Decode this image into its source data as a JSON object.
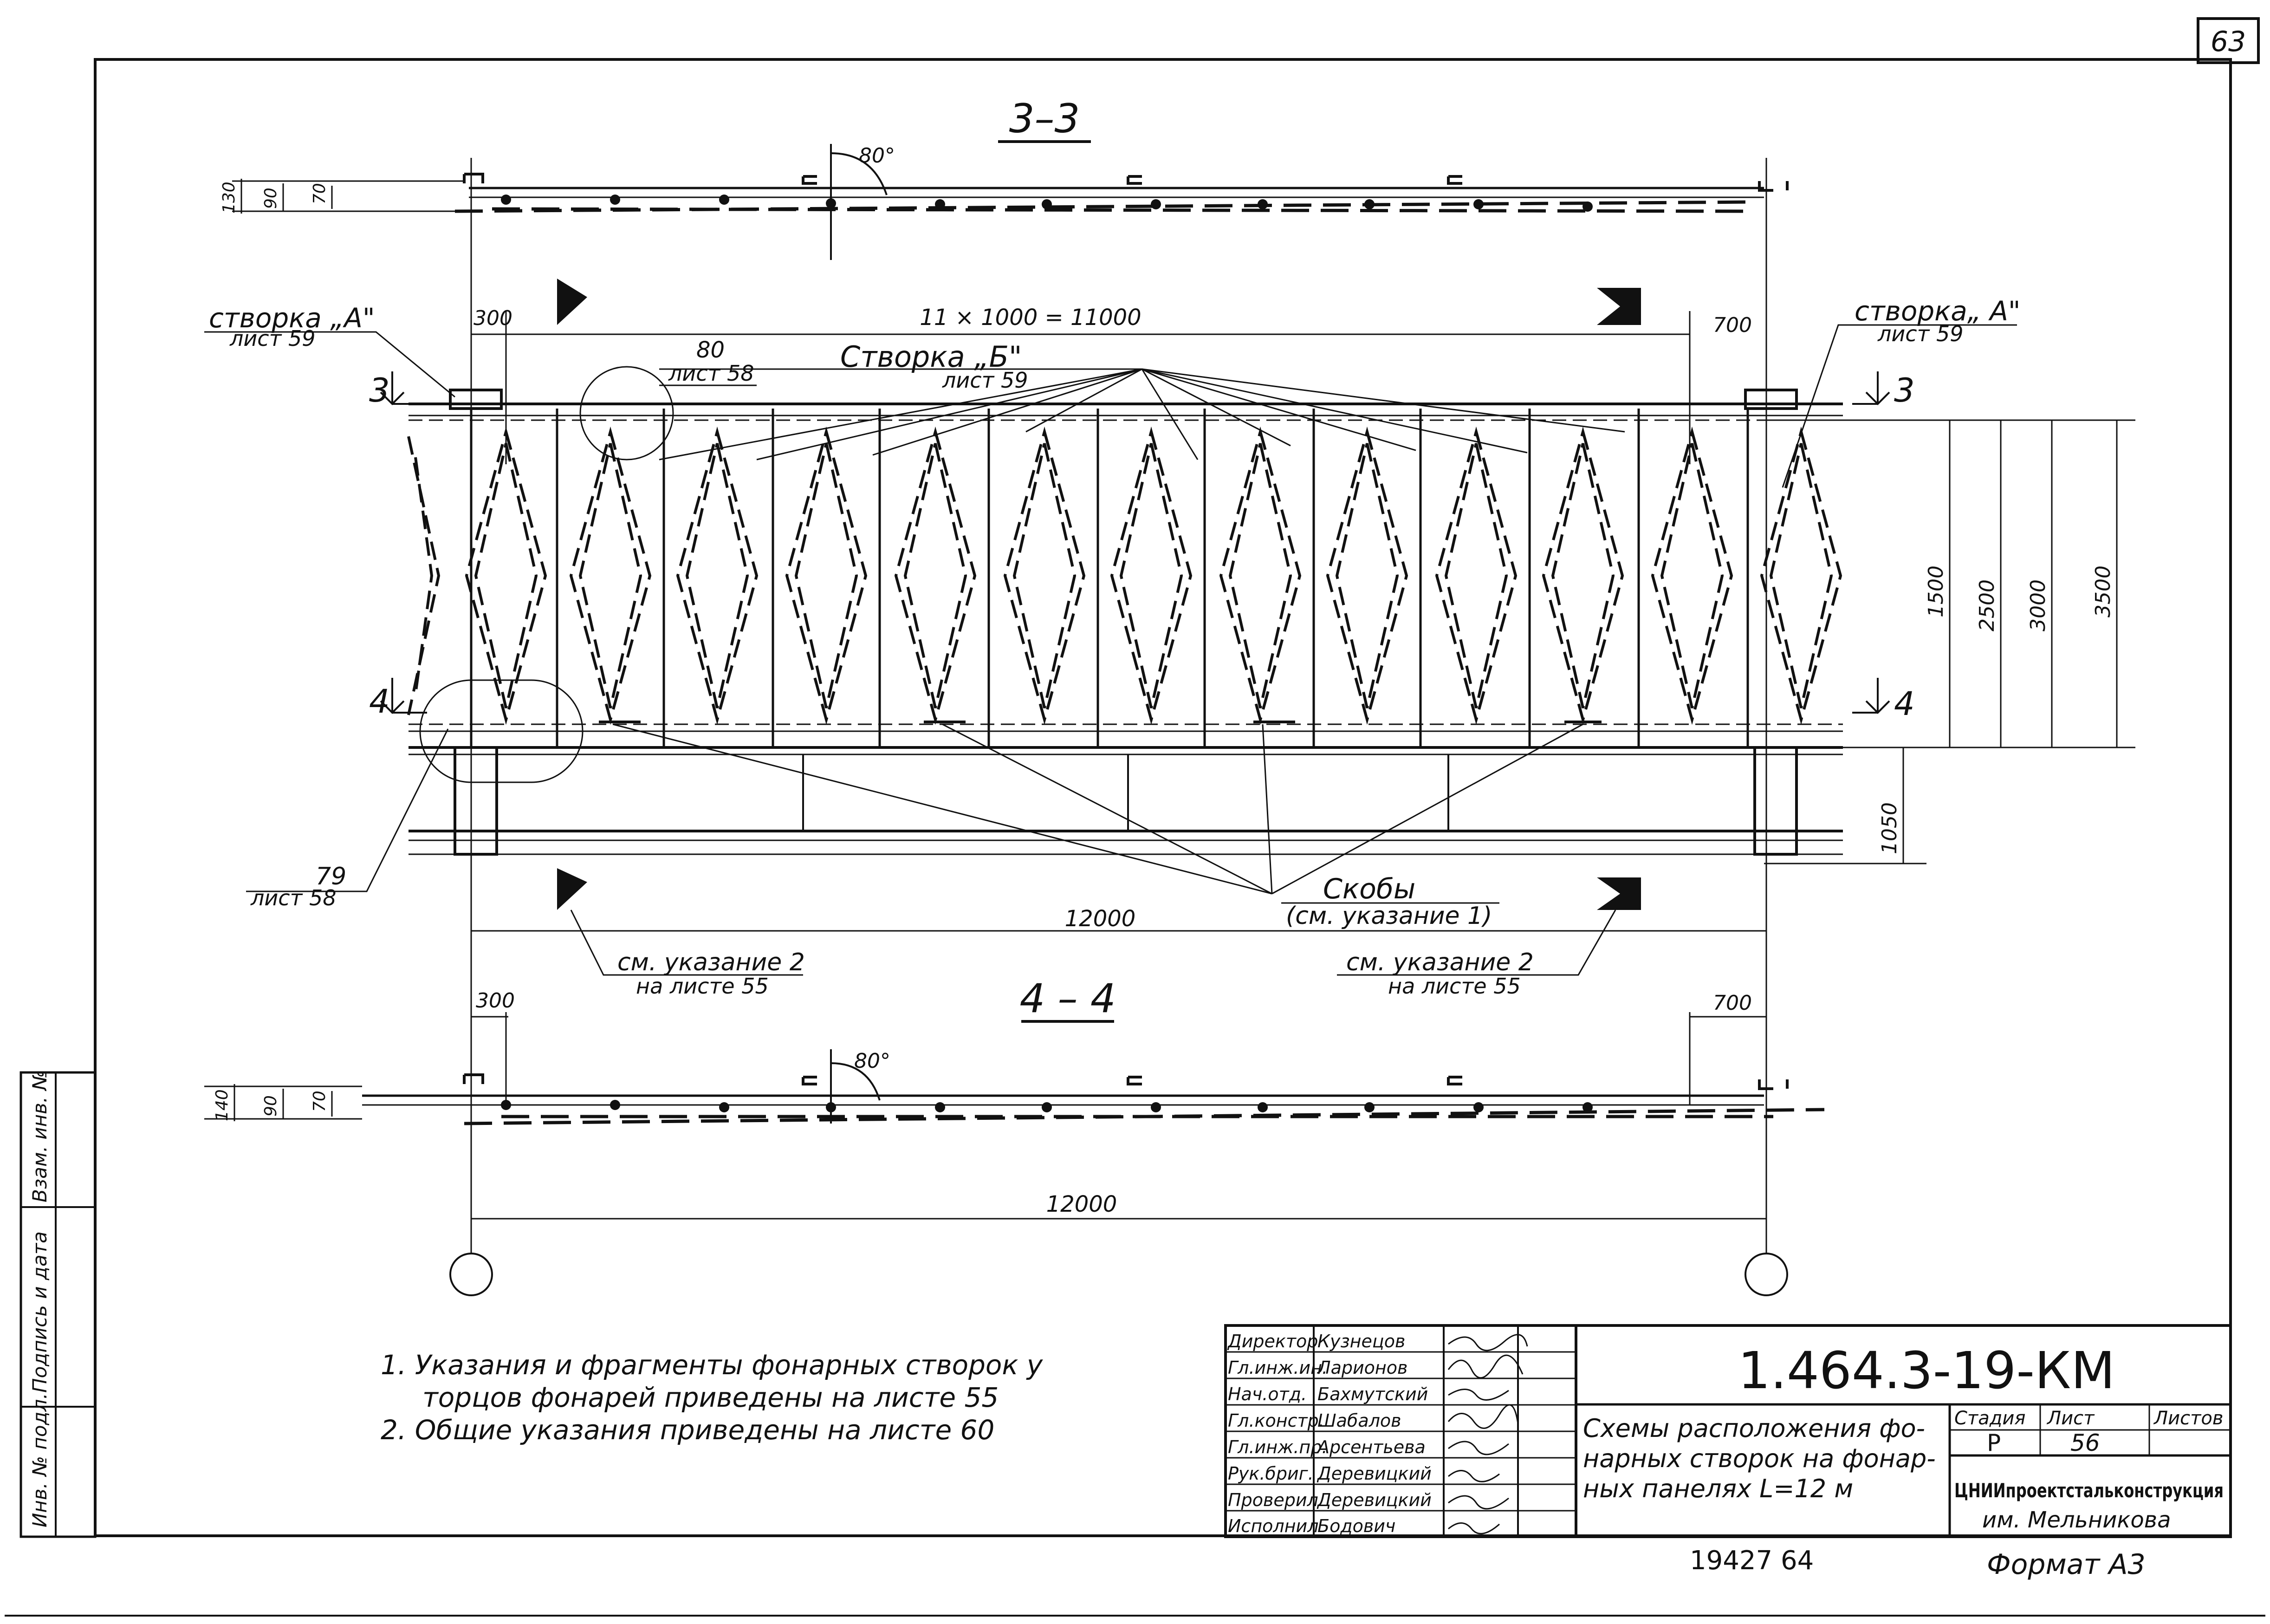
{
  "page_number": "63",
  "section_3_3": "3–3",
  "section_4_4": "4 – 4",
  "angle_top": "80°",
  "angle_bottom": "80°",
  "dims_top": [
    "130",
    "90",
    "70"
  ],
  "dims_bottom": [
    "140",
    "90",
    "70"
  ],
  "dim_300_top": "300",
  "dim_300_bottom": "300",
  "dim_spacing": "11 × 1000 = 11000",
  "dim_700_top": "700",
  "dim_700_bottom": "700",
  "dim_80": "80",
  "dims_height": [
    "1500",
    "2500",
    "3000",
    "3500"
  ],
  "dim_1050": "1050",
  "dim_12000_a": "12000",
  "dim_12000_b": "12000",
  "callout_left_a": "створка „А\"",
  "callout_left_a_sheet": "лист 59",
  "callout_right_a": "створка„ А\"",
  "callout_right_a_sheet": "лист 59",
  "callout_b": "Створка „Б\"",
  "callout_b_sheet": "лист 59",
  "callout_58": "лист 58",
  "callout_79": "79",
  "callout_79_sheet": "лист 58",
  "cut_3": "3",
  "cut_4": "4",
  "brackets": "Скобы",
  "brackets_note": "(см. указание 1)",
  "see_note_left": "см. указание 2",
  "see_note_left_sheet": "на листе 55",
  "see_note_right": "см. указание 2",
  "see_note_right_sheet": "на листе 55",
  "notes": [
    "1.  Указания и фрагменты фонарных створок у",
    "торцов фонарей приведены на листе 55",
    "2.  Общие указания приведены на листе 60"
  ],
  "side_stamp": [
    "Инв. № подл.",
    "Подпись и дата",
    "Взам. инв. №"
  ],
  "title_block": {
    "roles": [
      "Директор",
      "Гл.инж.ин.",
      "Нач.отд.",
      "Гл.констр.",
      "Гл.инж.пр.",
      "Рук.бриг.",
      "Проверил",
      "Исполнил"
    ],
    "names": [
      "Кузнецов",
      "Ларионов",
      "Бахмутский",
      "Шабалов",
      "Арсентьева",
      "Деревицкий",
      "Деревицкий",
      "Бодович"
    ],
    "code": "1.464.3-19-КМ",
    "description": [
      "Схемы расположения фо-",
      "нарных створок на фонар-",
      "ных панелях  L=12 м"
    ],
    "stage_label": "Стадия",
    "sheet_label": "Лист",
    "sheets_label": "Листов",
    "stage_value": "Р",
    "sheet_value": "56",
    "org_line1": "ЦНИИпроектстальконструкция",
    "org_line2": "им. Мельникова"
  },
  "inventory_number": "19427   64",
  "format": "Формат А3"
}
